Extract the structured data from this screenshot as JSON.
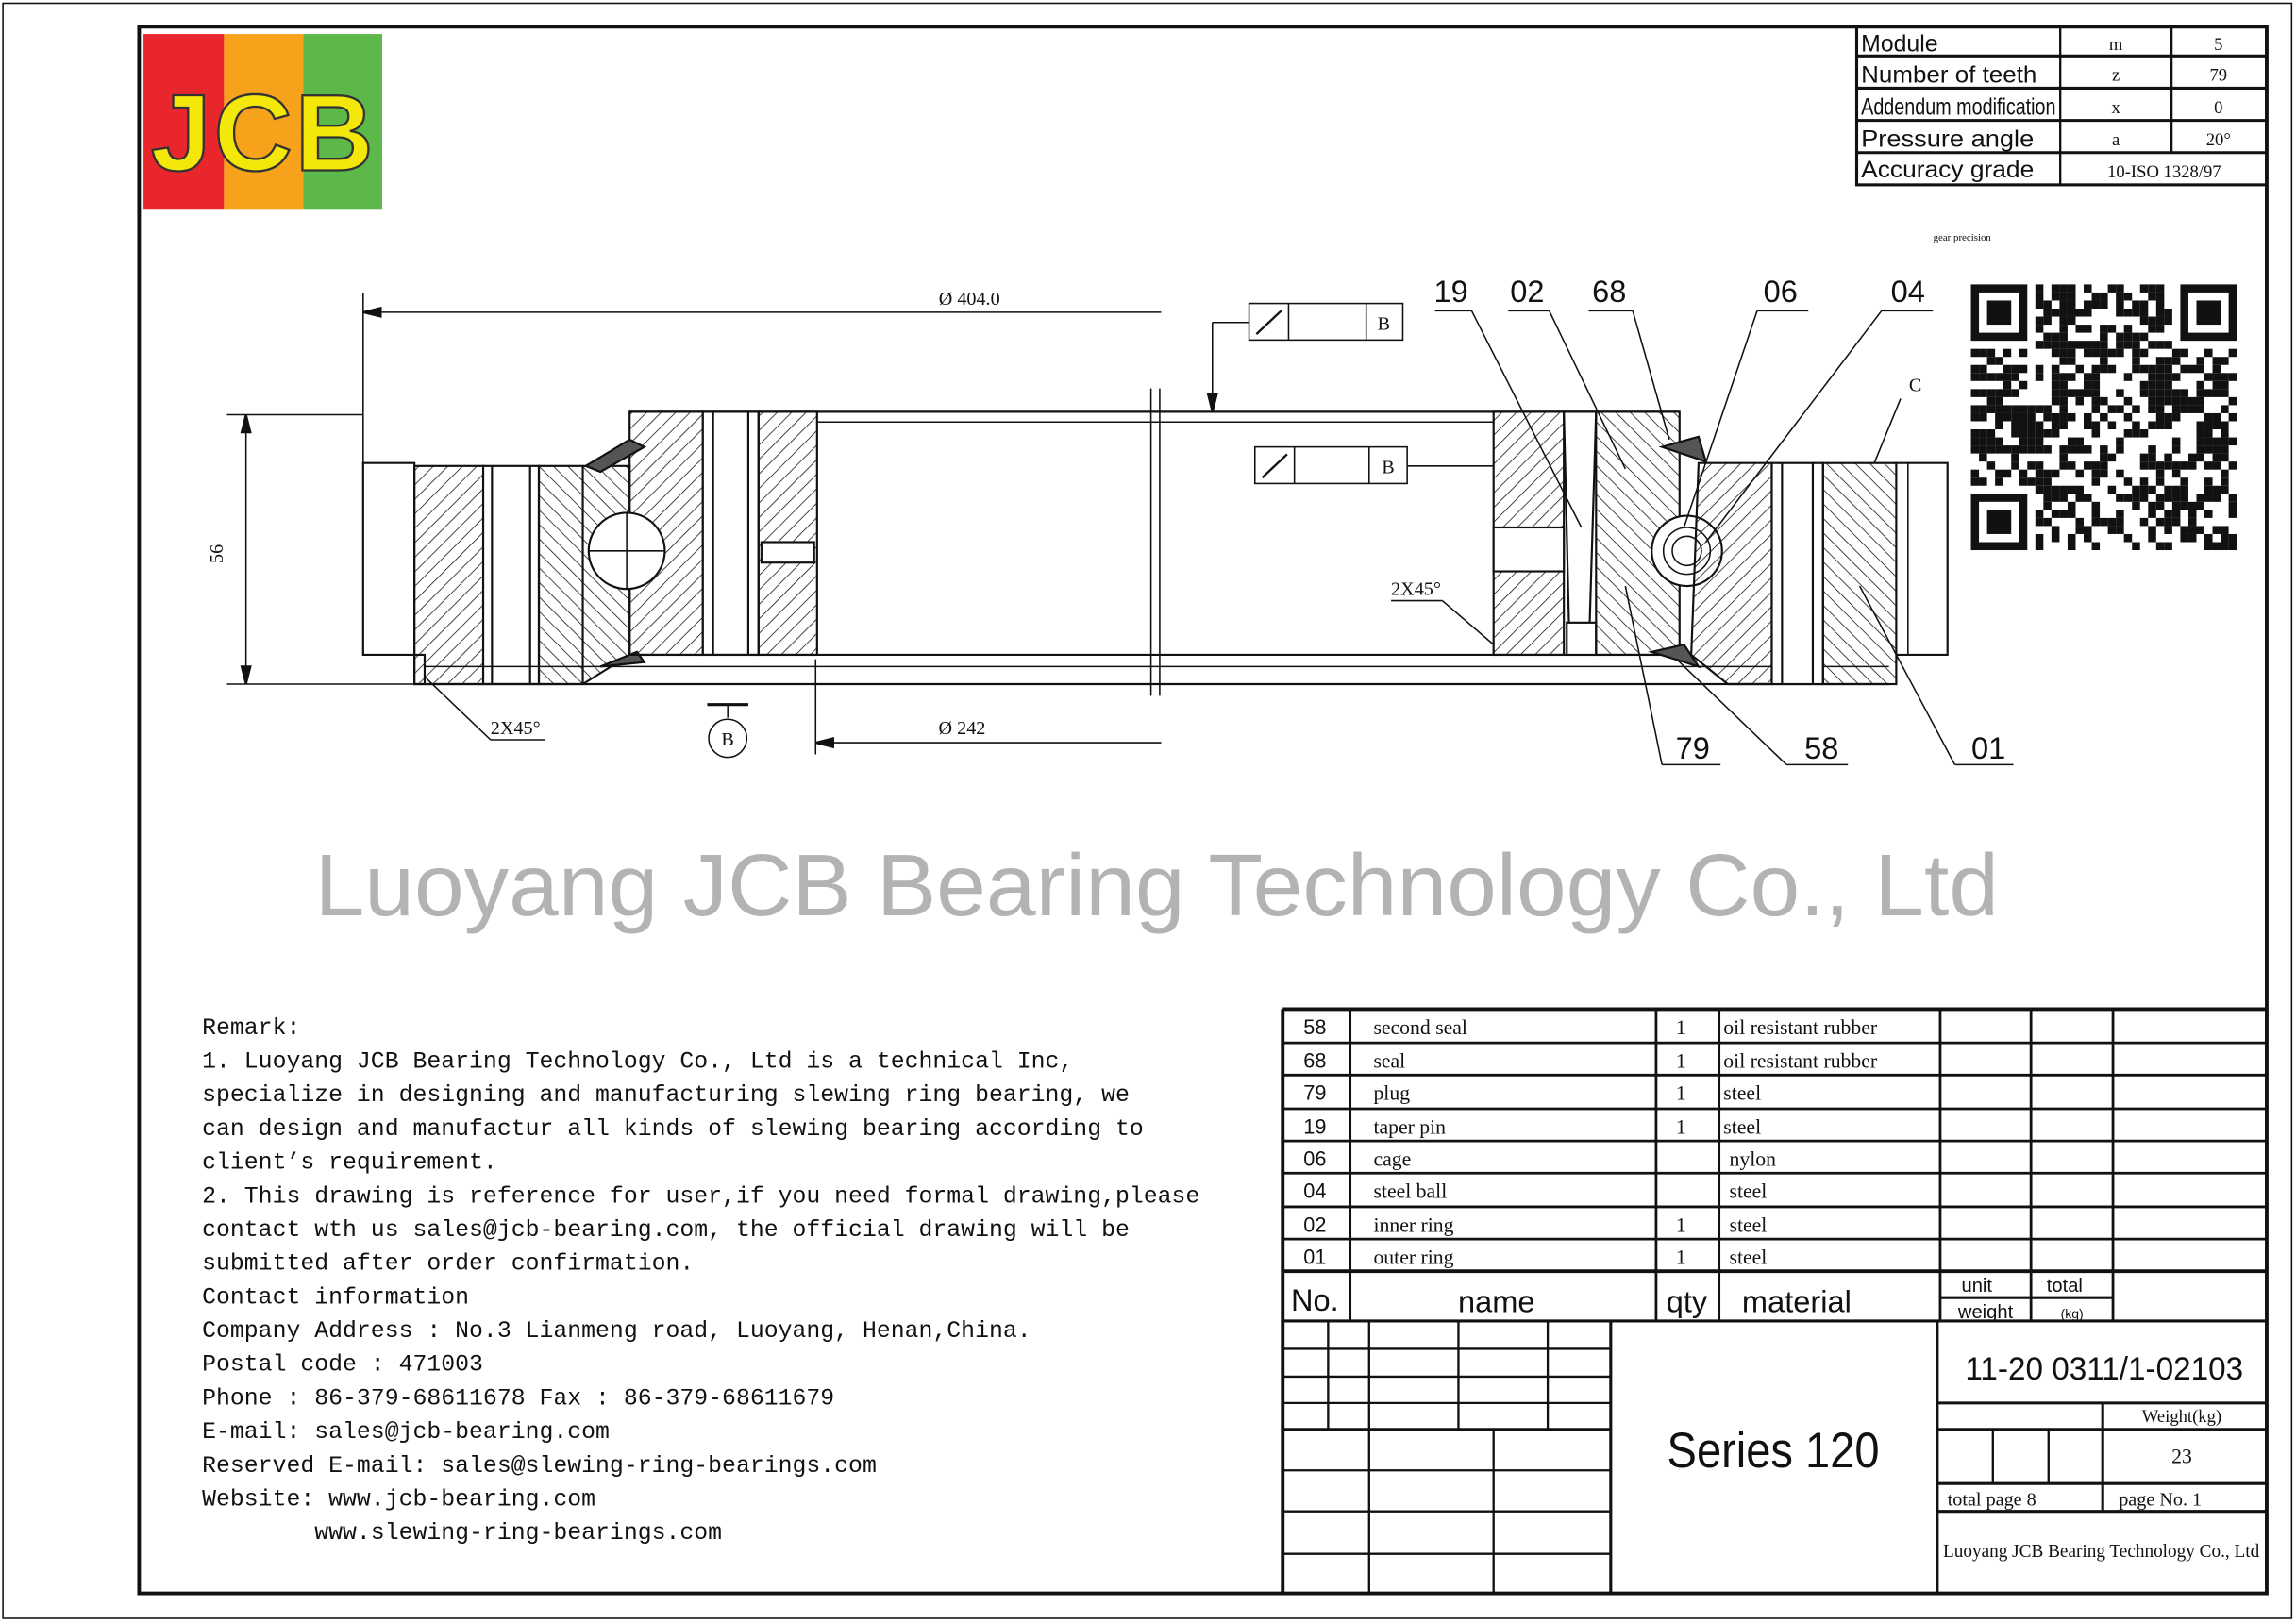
{
  "logo": {
    "text": "JCB",
    "colors": [
      "#e8262b",
      "#f7a21b",
      "#5cb848"
    ],
    "letter_color": "#f4e80a"
  },
  "gear_table": {
    "rows": [
      {
        "label": "Module",
        "symbol": "m",
        "value": "5"
      },
      {
        "label": "Number of teeth",
        "symbol": "z",
        "value": "79"
      },
      {
        "label": "Addendum modification",
        "symbol": "x",
        "value": "0"
      },
      {
        "label": "Pressure angle",
        "symbol": "a",
        "value": "20°"
      },
      {
        "label": "Accuracy grade",
        "value": "10-ISO 1328/97"
      }
    ],
    "note": "gear precision"
  },
  "drawing": {
    "outer_diameter": "Ø 404.0",
    "inner_diameter": "Ø 242",
    "height": "56",
    "chamfer_left": "2X45°",
    "chamfer_right": "2X45°",
    "datum": "B",
    "datum_box_1": "B",
    "datum_box_2": "B",
    "surface_label": "C",
    "callouts_top": [
      "19",
      "02",
      "68",
      "06",
      "04"
    ],
    "callouts_bottom": [
      "79",
      "58",
      "01"
    ]
  },
  "watermark": "Luoyang JCB Bearing Technology Co., Ltd",
  "remark": {
    "lines": [
      "Remark:",
      "1. Luoyang JCB Bearing Technology Co., Ltd is a technical Inc,",
      "specialize in designing and manufacturing slewing ring bearing, we",
      "can design and manufactur all kinds of slewing bearing according to",
      "client’s requirement.",
      "2. This drawing is reference for user,if you need formal drawing,please",
      "contact wth us sales@jcb-bearing.com, the official drawing will be",
      "submitted after order confirmation.",
      "Contact information",
      "Company Address : No.3 Lianmeng road, Luoyang, Henan,China.",
      "Postal code : 471003",
      "Phone : 86-379-68611678 Fax : 86-379-68611679",
      "E-mail: sales@jcb-bearing.com",
      "Reserved E-mail: sales@slewing-ring-bearings.com",
      "Website: www.jcb-bearing.com",
      "        www.slewing-ring-bearings.com"
    ]
  },
  "parts": {
    "rows": [
      {
        "no": "58",
        "name": "second seal",
        "qty": "1",
        "material": "oil resistant rubber"
      },
      {
        "no": "68",
        "name": "seal",
        "qty": "1",
        "material": "oil resistant rubber"
      },
      {
        "no": "79",
        "name": "plug",
        "qty": "1",
        "material": "steel"
      },
      {
        "no": "19",
        "name": "taper pin",
        "qty": "1",
        "material": "steel"
      },
      {
        "no": "06",
        "name": "cage",
        "qty": "",
        "material": "nylon"
      },
      {
        "no": "04",
        "name": "steel ball",
        "qty": "",
        "material": "steel"
      },
      {
        "no": "02",
        "name": "inner ring",
        "qty": "1",
        "material": "steel"
      },
      {
        "no": "01",
        "name": "outer ring",
        "qty": "1",
        "material": "steel"
      }
    ],
    "headers": {
      "no": "No.",
      "name": "name",
      "qty": "qty",
      "material": "material",
      "unit": "unit",
      "total": "total",
      "weight": "weight",
      "kg": "(kg)"
    }
  },
  "title_block": {
    "series": "Series 120",
    "part_number": "11-20 0311/1-02103",
    "weight_label": "Weight(kg)",
    "weight_value": "23",
    "total_page": "total page  8",
    "page_no": "page No.  1",
    "company": "Luoyang JCB Bearing Technology Co., Ltd"
  }
}
